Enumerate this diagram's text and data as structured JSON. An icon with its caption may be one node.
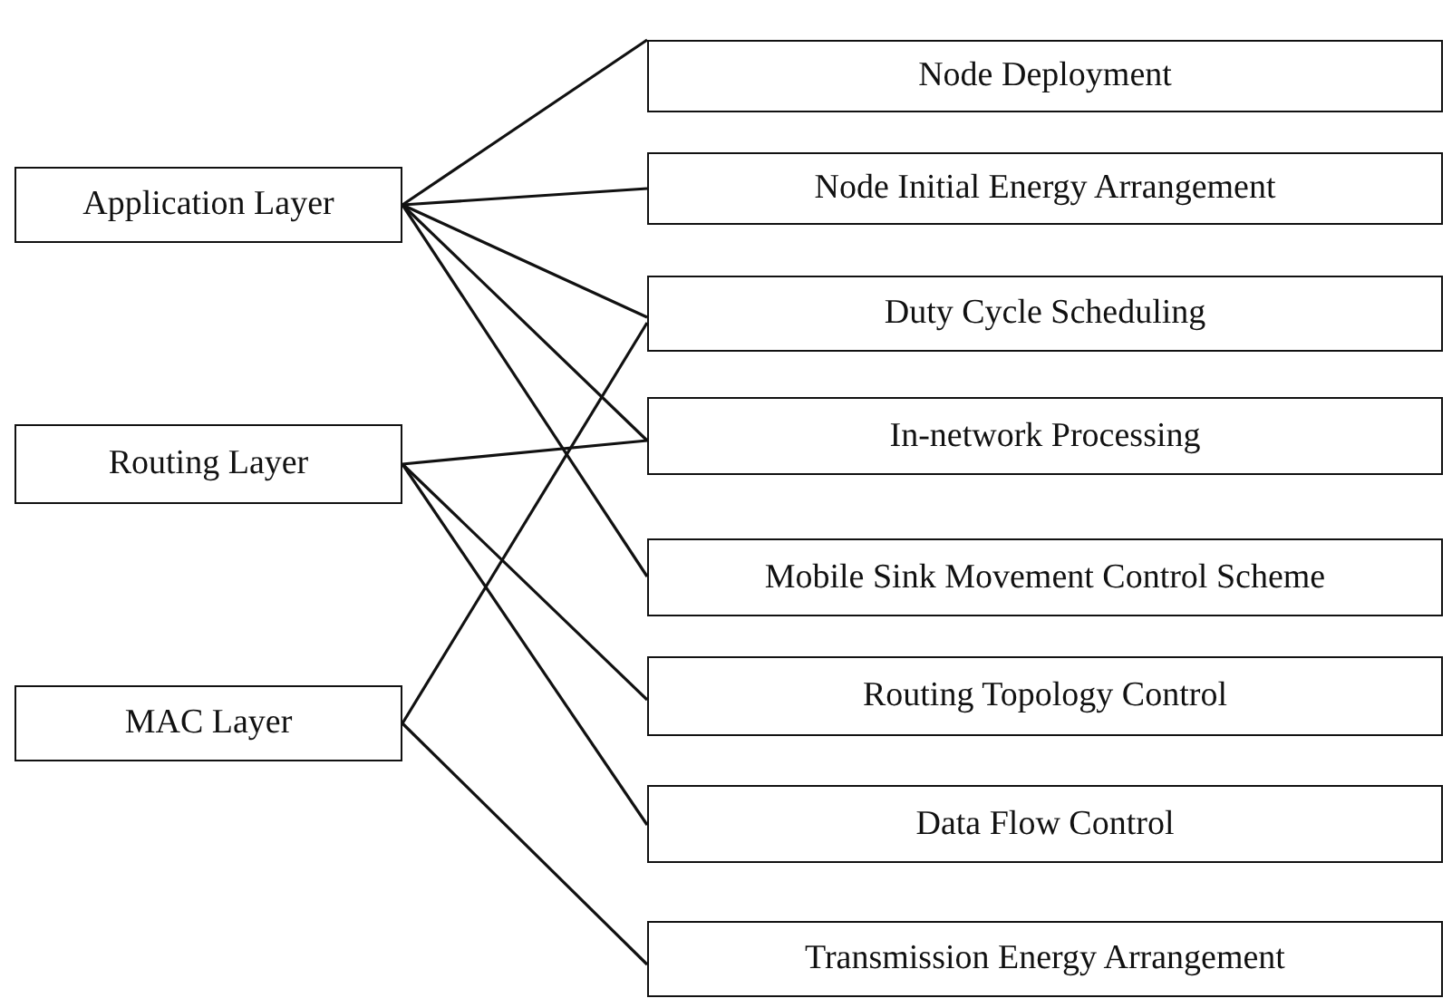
{
  "diagram": {
    "nodes": [
      {
        "text": [
          "Application Layer"
        ]
      },
      {
        "text": [
          "Routing Layer"
        ]
      },
      {
        "text": [
          "MAC Layer"
        ]
      },
      {
        "text": [
          "Node Deployment"
        ]
      },
      {
        "text": [
          "Node Initial Energy Arrangement"
        ]
      },
      {
        "text": [
          "Duty Cycle Scheduling"
        ]
      },
      {
        "text": [
          "In-network Processing"
        ]
      },
      {
        "text": [
          "Mobile Sink Movement Control Scheme"
        ]
      },
      {
        "text": [
          "Routing Topology Control"
        ]
      },
      {
        "text": [
          "Data Flow Control"
        ]
      },
      {
        "text": [
          "Transmission Energy Arrangement"
        ]
      }
    ],
    "edges": [
      {
        "from": 0,
        "to": 3,
        "arrow": "none"
      },
      {
        "from": 0,
        "to": 4,
        "arrow": "none"
      },
      {
        "from": 0,
        "to": 5,
        "arrow": "none"
      },
      {
        "from": 0,
        "to": 6,
        "arrow": "none"
      },
      {
        "from": 0,
        "to": 7,
        "arrow": "none"
      },
      {
        "from": 1,
        "to": 6,
        "arrow": "none"
      },
      {
        "from": 1,
        "to": 8,
        "arrow": "none"
      },
      {
        "from": 1,
        "to": 9,
        "arrow": "none"
      },
      {
        "from": 2,
        "to": 5,
        "arrow": "none"
      },
      {
        "from": 2,
        "to": 10,
        "arrow": "none"
      }
    ]
  }
}
